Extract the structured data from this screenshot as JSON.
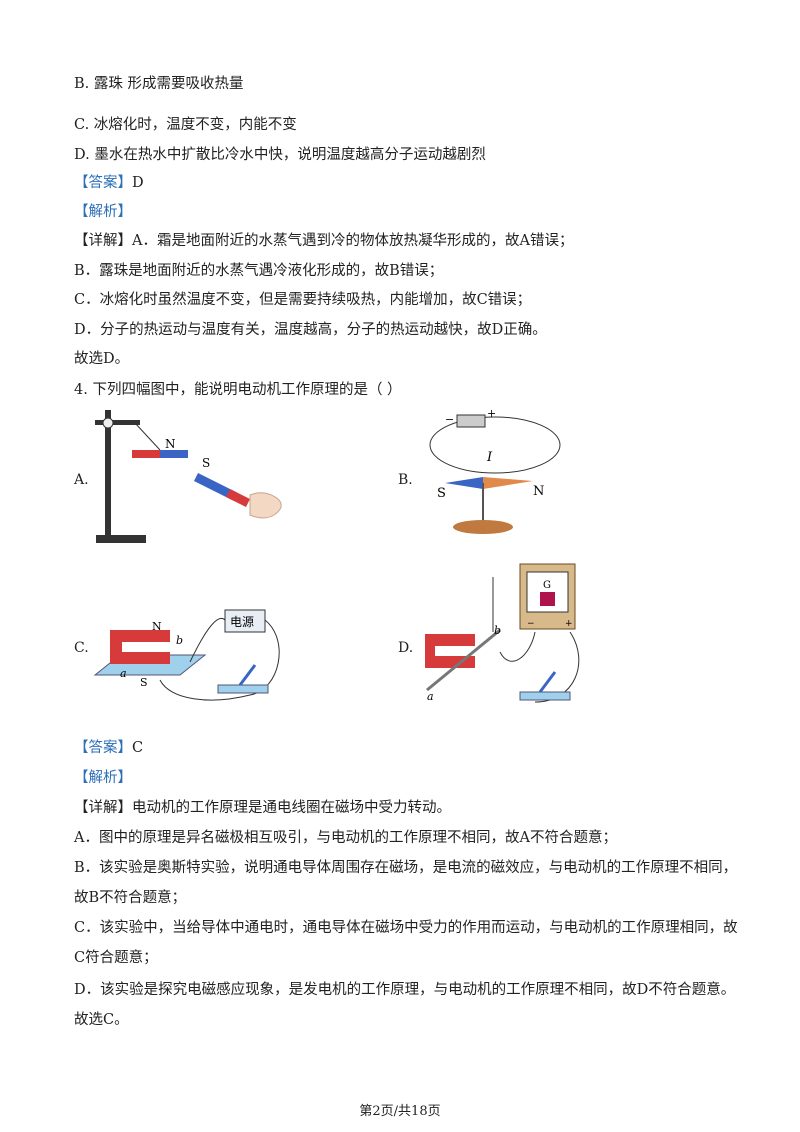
{
  "lines": [
    {
      "id": "b-option",
      "text": "B. 露珠   形成需要吸收热量"
    },
    {
      "id": "c-option",
      "text": "C. 冰熔化时，温度不变，内能不变"
    },
    {
      "id": "d-option",
      "text": "D. 墨水在热水中扩散比冷水中快，说明温度越高分子运动越剧烈"
    },
    {
      "id": "answer-3",
      "tag": "【答案】",
      "text": "D"
    },
    {
      "id": "analysis-3",
      "tag": "【解析】",
      "text": ""
    },
    {
      "id": "detail-3a",
      "text": "【详解】A．霜是地面附近的水蒸气遇到冷的物体放热凝华形成的，故A错误；"
    },
    {
      "id": "detail-3b",
      "text": "B．露珠是地面附近的水蒸气遇冷液化形成的，故B错误；"
    },
    {
      "id": "detail-3c",
      "text": "C．冰熔化时虽然温度不变，但是需要持续吸热，内能增加，故C错误；"
    },
    {
      "id": "detail-3d",
      "text": "D．分子的热运动与温度有关，温度越高，分子的热运动越快，故D正确。"
    },
    {
      "id": "select-3",
      "text": "故选D。"
    },
    {
      "id": "question-4",
      "text": "4. 下列四幅图中，能说明电动机工作原理的是（     ）"
    }
  ],
  "figures": {
    "a": {
      "label": "A.",
      "pole_n": "N",
      "pole_s": "S"
    },
    "b": {
      "label": "B.",
      "current": "I",
      "pole_s": "S",
      "pole_n": "N",
      "minus": "−",
      "plus": "+"
    },
    "c": {
      "label": "C.",
      "power": "电源",
      "pole_n": "N",
      "pole_s": "S",
      "wire_a": "a",
      "wire_b": "b"
    },
    "d": {
      "label": "D.",
      "meter": "G",
      "wire_a": "a",
      "wire_b": "b",
      "minus": "−",
      "plus": "+"
    }
  },
  "lines2": [
    {
      "id": "answer-4",
      "tag": "【答案】",
      "text": "C"
    },
    {
      "id": "analysis-4",
      "tag": "【解析】",
      "text": ""
    },
    {
      "id": "detail-4a",
      "text": "【详解】电动机的工作原理是通电线圈在磁场中受力转动。"
    },
    {
      "id": "detail-4b",
      "text": "A．图中的原理是异名磁极相互吸引，与电动机的工作原理不相同，故A不符合题意；"
    },
    {
      "id": "detail-4c1",
      "text": "B．该实验是奥斯特实验，说明通电导体周围存在磁场，是电流的磁效应，与电动机的工作原理不相同，"
    },
    {
      "id": "detail-4c2",
      "text": "故B不符合题意；"
    },
    {
      "id": "detail-4d1",
      "text": "C．该实验中，当给导体中通电时，通电导体在磁场中受力的作用而运动，与电动机的工作原理相同，故"
    },
    {
      "id": "detail-4d2",
      "text": "C符合题意；"
    },
    {
      "id": "detail-4e",
      "text": "D．该实验是探究电磁感应现象，是发电机的工作原理，与电动机的工作原理不相同，故D不符合题意。"
    },
    {
      "id": "select-4",
      "text": "故选C。"
    }
  ],
  "footer": "第2页/共18页"
}
